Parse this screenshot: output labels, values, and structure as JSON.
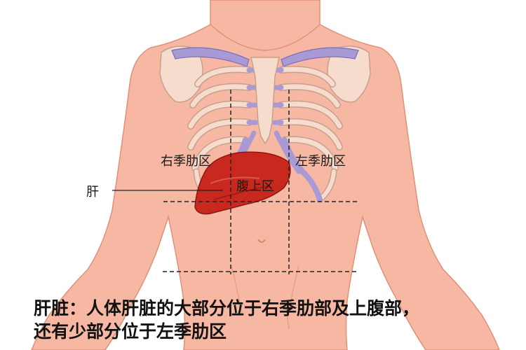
{
  "labels": {
    "right_hypochondrium": "右季肋区",
    "left_hypochondrium": "左季肋区",
    "epigastric": "腹上区",
    "liver": "肝"
  },
  "caption": {
    "line1": "肝脏：人体肝脏的大部分位于右季肋部及上腹部，",
    "line2": "还有少部分位于左季肋区"
  },
  "colors": {
    "skin": "#f7b8a3",
    "skin_outline": "#e08f78",
    "bone": "#f6dccd",
    "cartilage": "#a99ad6",
    "liver": "#c8281e",
    "guide_line": "#222222"
  }
}
